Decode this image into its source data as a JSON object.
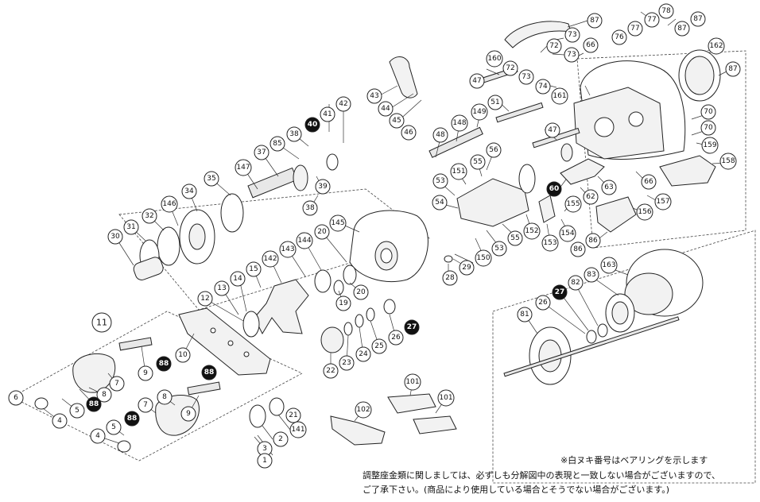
{
  "diagram": {
    "legend": "※白ヌキ番号はベアリングを示します",
    "note_line1": "調整座金類に関しましては、必ずしも分解図中の表現と一致しない場合がございますので、",
    "note_line2": "ご了承下さい。(商品により使用している場合とそうでない場合がございます。)"
  },
  "callouts": {
    "c87a": "87",
    "c73a": "73",
    "c72": "72",
    "c73b": "73",
    "c66a": "66",
    "c160": "160",
    "c78": "78",
    "c77a": "77",
    "c77b": "77",
    "c87b": "87",
    "c87c": "87",
    "c76": "76",
    "c162": "162",
    "c87d": "87",
    "c74": "74",
    "c161": "161",
    "c47a": "47",
    "c51": "51",
    "c43": "43",
    "c44": "44",
    "c45": "45",
    "c46": "46",
    "c149": "149",
    "c148": "148",
    "c48": "48",
    "c56": "56",
    "c47b": "47",
    "c70a": "70",
    "c70b": "70",
    "c159": "159",
    "c158": "158",
    "c66b": "66",
    "c60": "60",
    "c63": "63",
    "c62": "62",
    "c155": "155",
    "c157": "157",
    "c156": "156",
    "c86": "86",
    "c154": "154",
    "c153": "153",
    "c152": "152",
    "c55a": "55",
    "c151": "151",
    "c53a": "53",
    "c54": "54",
    "c55b": "55",
    "c53b": "53",
    "c150": "150",
    "c40": "40",
    "c41": "41",
    "c42": "42",
    "c38a": "38",
    "c85": "85",
    "c37": "37",
    "c147": "147",
    "c39": "39",
    "c38b": "38",
    "c35": "35",
    "c34": "34",
    "c146": "146",
    "c32": "32",
    "c31": "31",
    "c30": "30",
    "c145": "145",
    "c20a": "20",
    "c144": "144",
    "c143": "143",
    "c142": "142",
    "c15": "15",
    "c14": "14",
    "c13": "13",
    "c12": "12",
    "c19": "19",
    "c20b": "20",
    "c28": "28",
    "c29": "29",
    "c11": "11",
    "c10": "10",
    "c88a": "88",
    "c9a": "9",
    "c7a": "7",
    "c8a": "8",
    "c6": "6",
    "c5a": "5",
    "c88b": "88",
    "c4a": "4",
    "c88c": "88",
    "c8b": "8",
    "c7b": "7",
    "c88d": "88",
    "c9b": "9",
    "c5b": "5",
    "c4b": "4",
    "c22": "22",
    "c23": "23",
    "c24": "24",
    "c25": "25",
    "c26a": "26",
    "c27a": "27",
    "c21": "21",
    "c101a": "101",
    "c101b": "101",
    "c102": "102",
    "c1": "1",
    "c2": "2",
    "c3": "3",
    "c141": "141",
    "c163": "163",
    "c83": "83",
    "c82": "82",
    "c27b": "27",
    "c26b": "26",
    "c81": "81"
  }
}
